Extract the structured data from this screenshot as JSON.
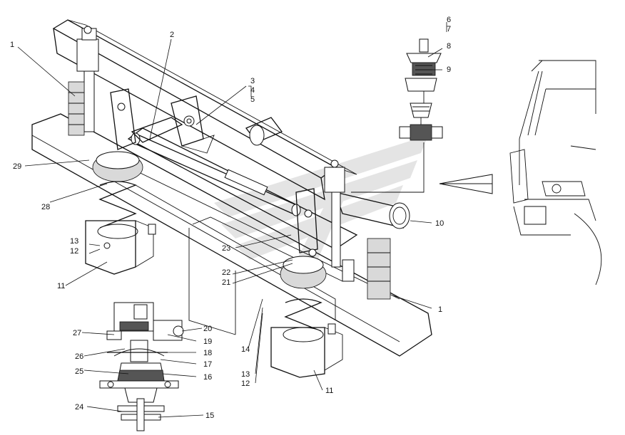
{
  "callouts": [
    {
      "label": "1"
    },
    {
      "label": "2"
    },
    {
      "label": "3"
    },
    {
      "label": "4"
    },
    {
      "label": "5"
    },
    {
      "label": "6"
    },
    {
      "label": "7"
    },
    {
      "label": "8"
    },
    {
      "label": "9"
    },
    {
      "label": "10"
    },
    {
      "label": "11"
    },
    {
      "label": "12"
    },
    {
      "label": "13"
    },
    {
      "label": "28"
    },
    {
      "label": "29"
    },
    {
      "label": "23"
    },
    {
      "label": "22"
    },
    {
      "label": "21"
    },
    {
      "label": "1"
    },
    {
      "label": "14"
    },
    {
      "label": "13"
    },
    {
      "label": "12"
    },
    {
      "label": "11"
    },
    {
      "label": "27"
    },
    {
      "label": "26"
    },
    {
      "label": "25"
    },
    {
      "label": "24"
    },
    {
      "label": "20"
    },
    {
      "label": "19"
    },
    {
      "label": "18"
    },
    {
      "label": "17"
    },
    {
      "label": "16"
    },
    {
      "label": "15"
    }
  ]
}
